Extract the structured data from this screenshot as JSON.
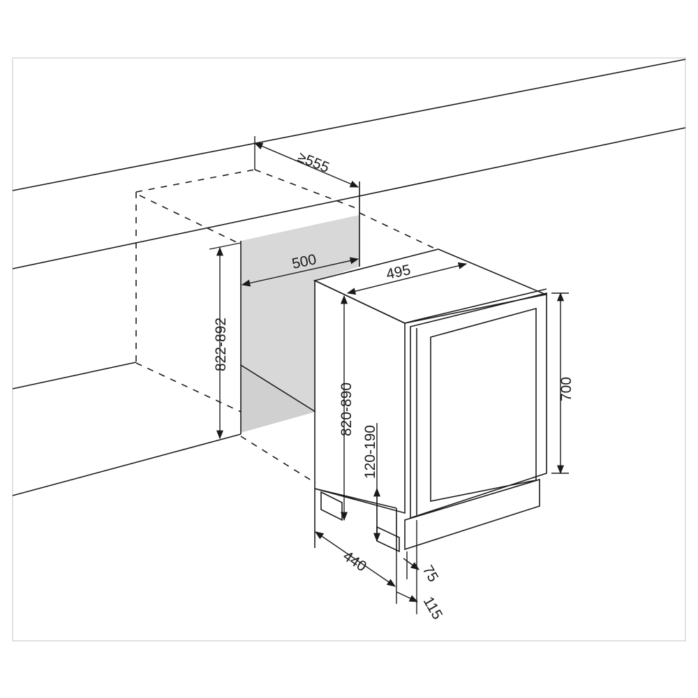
{
  "diagram": {
    "dimensions": {
      "niche_depth": "≥555",
      "niche_width": "500",
      "appliance_width": "495",
      "niche_height": "822-892",
      "appliance_height": "820-890",
      "plinth_height": "120-190",
      "door_height": "700",
      "appliance_depth": "440",
      "door_offset": "75",
      "plinth_offset": "115"
    },
    "colors": {
      "line": "#1a1a1a",
      "panel": "#d8d8d8",
      "frame": "#cfcfcf"
    }
  }
}
